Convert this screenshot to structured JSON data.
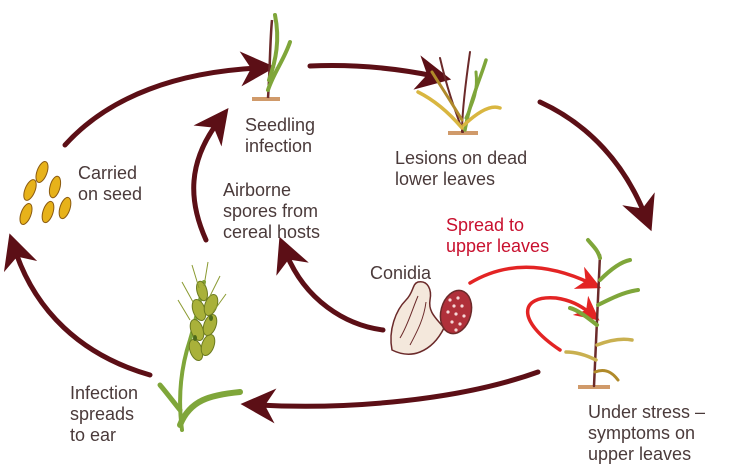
{
  "stages": {
    "seedling": "Seedling\ninfection",
    "lesions": "Lesions on dead\nlower leaves",
    "stress": "Under stress –\nsymptoms on\nupper leaves",
    "ear": "Infection\nspreads\nto ear",
    "seed": "Carried\non seed",
    "airborne": "Airborne\nspores from\ncereal hosts"
  },
  "callouts": {
    "conidia": "Conidia",
    "spread": "Spread to\nupper leaves"
  },
  "colors": {
    "cycle_arrow": "#5c0f16",
    "spread_arrow": "#e32424",
    "leaf_green": "#7fa63a",
    "stem_purple": "#6b2a2a",
    "seed_gold": "#e7b21a",
    "ground": "#d09a6a"
  }
}
